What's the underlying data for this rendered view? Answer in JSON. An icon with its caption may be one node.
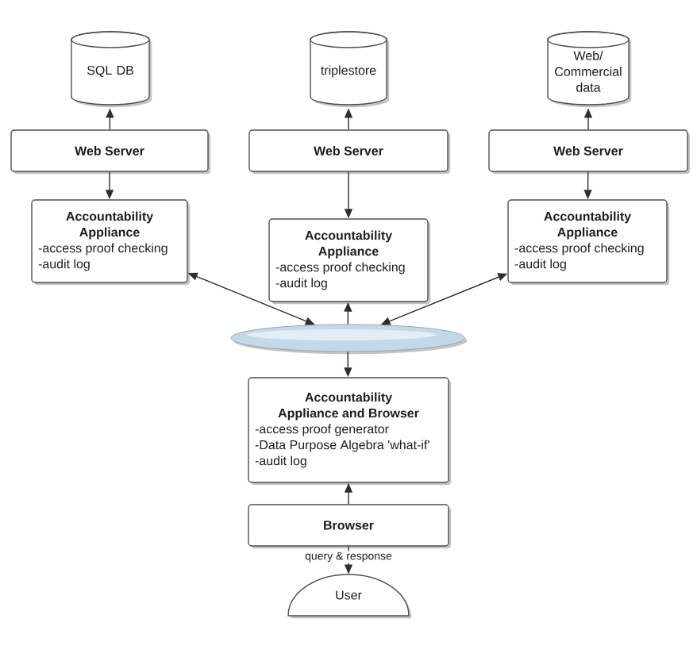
{
  "diagram": {
    "nodes": [
      {
        "text": [
          "SQL DB"
        ]
      },
      {
        "text": [
          "triplestore"
        ]
      },
      {
        "text": [
          "Web/ Commercial data"
        ]
      },
      {
        "text": [
          "Web Server"
        ]
      },
      {
        "text": [
          "Web Server"
        ]
      },
      {
        "text": [
          "Web Server"
        ]
      },
      {
        "text": [
          "Accountability Appliance",
          "-access proof checking",
          "-audit log"
        ]
      },
      {
        "text": [
          "Accountability Appliance",
          "-access proof checking",
          "-audit log"
        ]
      },
      {
        "text": [
          "Accountability Appliance",
          "-access proof checking",
          "-audit log"
        ]
      },
      {
        "text": [],
        "shape": "cloud"
      },
      {
        "text": [
          "Accountability Appliance and Browser",
          "-access proof generator",
          "-Data Purpose Algebra 'what-if'",
          "-audit log"
        ]
      },
      {
        "text": [
          "Browser"
        ]
      },
      {
        "text": [
          "User"
        ]
      }
    ],
    "edges": [
      {
        "from": 3,
        "to": 0,
        "arrow": "to"
      },
      {
        "from": 3,
        "to": 6,
        "arrow": "to"
      },
      {
        "from": 4,
        "to": 1,
        "arrow": "to"
      },
      {
        "from": 4,
        "to": 7,
        "arrow": "to"
      },
      {
        "from": 5,
        "to": 2,
        "arrow": "to"
      },
      {
        "from": 5,
        "to": 8,
        "arrow": "to"
      },
      {
        "from": 9,
        "to": 6,
        "arrow": "both"
      },
      {
        "from": 9,
        "to": 7,
        "arrow": "to"
      },
      {
        "from": 9,
        "to": 8,
        "arrow": "both"
      },
      {
        "from": 9,
        "to": 10,
        "arrow": "to"
      },
      {
        "from": 11,
        "to": 10,
        "arrow": "to"
      },
      {
        "from": 11,
        "to": 12,
        "arrow": "to",
        "label": "query & response"
      }
    ]
  }
}
